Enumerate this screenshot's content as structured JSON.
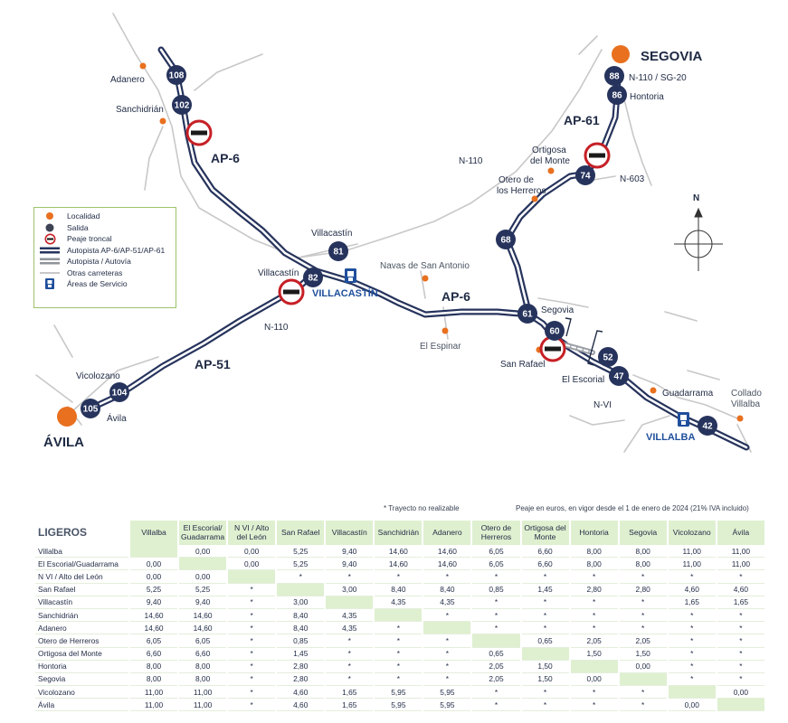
{
  "map": {
    "roads": {
      "ap6_north": "AP-6",
      "ap6_east": "AP-6",
      "ap61": "AP-61",
      "ap51": "AP-51",
      "n110_west": "N-110",
      "n110_north": "N-110",
      "n603": "N-603",
      "nvi": "N-VI",
      "n110_sg20": "N-110 / SG-20"
    },
    "cities": {
      "segovia": "SEGOVIA",
      "avila": "ÁVILA"
    },
    "exits": [
      "108",
      "102",
      "81",
      "82",
      "61",
      "60",
      "52",
      "47",
      "42",
      "68",
      "74",
      "86",
      "88",
      "104",
      "105"
    ],
    "exit_labels": {
      "villacastin_81": "Villacastín",
      "villacastin_82": "Villacastín",
      "segovia_61": "Segovia",
      "el_escorial": "El Escorial",
      "vicolozano": "Vicolozano",
      "avila": "Ávila",
      "hontoria": "Hontoria"
    },
    "places": {
      "adanero": "Adanero",
      "sanchidrian": "Sanchidrián",
      "ortigosa_1": "Ortigosa",
      "ortigosa_2": "del Monte",
      "otero_1": "Otero de",
      "otero_2": "los Herreros",
      "navas": "Navas de San Antonio",
      "espinar": "El Espinar",
      "san_rafael": "San Rafael",
      "guadarrama": "Guadarrama",
      "collado_1": "Collado",
      "collado_2": "Villalba"
    },
    "service_areas": {
      "villacastin": "VILLACASTÍN",
      "villalba": "VILLALBA"
    },
    "compass": "N",
    "colors": {
      "motorway": "#26335c",
      "locality": "#e8701f",
      "toll": "#c62026",
      "roads": "#bfbfbf",
      "service": "#1f4f9c"
    }
  },
  "legend": {
    "items": [
      {
        "icon": "locality-dot-icon",
        "label": "Localidad"
      },
      {
        "icon": "exit-dot-icon",
        "label": "Salida"
      },
      {
        "icon": "toll-icon",
        "label": "Peaje troncal"
      },
      {
        "icon": "motorway-line-icon",
        "label": "Autopista AP-6/AP-51/AP-61"
      },
      {
        "icon": "highway-line-icon",
        "label": "Autopista / Autovía"
      },
      {
        "icon": "other-road-icon",
        "label": "Otras carreteras"
      },
      {
        "icon": "service-area-icon",
        "label": "Áreas de Servicio"
      }
    ]
  },
  "notes": {
    "unavailable": "* Trayecto no realizable",
    "tolls": "Peaje en euros, en vigor desde el 1 de enero de 2024 (21% IVA incluido)"
  },
  "table": {
    "title": "LIGEROS",
    "columns": [
      "Villalba",
      "El Escorial/ Guadarrama",
      "N VI / Alto del León",
      "San Rafael",
      "Villacastín",
      "Sanchidrián",
      "Adanero",
      "Otero de Herreros",
      "Ortigosa del Monte",
      "Hontoria",
      "Segovia",
      "Vicolozano",
      "Ávila"
    ],
    "rows": [
      {
        "name": "Villalba",
        "values": [
          "",
          "0,00",
          "0,00",
          "5,25",
          "9,40",
          "14,60",
          "14,60",
          "6,05",
          "6,60",
          "8,00",
          "8,00",
          "11,00",
          "11,00"
        ]
      },
      {
        "name": "El Escorial/Guadarrama",
        "values": [
          "0,00",
          "",
          "0,00",
          "5,25",
          "9,40",
          "14,60",
          "14,60",
          "6,05",
          "6,60",
          "8,00",
          "8,00",
          "11,00",
          "11,00"
        ]
      },
      {
        "name": "N VI / Alto del León",
        "values": [
          "0,00",
          "0,00",
          "",
          "*",
          "*",
          "*",
          "*",
          "*",
          "*",
          "*",
          "*",
          "*",
          "*"
        ]
      },
      {
        "name": "San Rafael",
        "values": [
          "5,25",
          "5,25",
          "*",
          "",
          "3,00",
          "8,40",
          "8,40",
          "0,85",
          "1,45",
          "2,80",
          "2,80",
          "4,60",
          "4,60"
        ]
      },
      {
        "name": "Villacastín",
        "values": [
          "9,40",
          "9,40",
          "*",
          "3,00",
          "",
          "4,35",
          "4,35",
          "*",
          "*",
          "*",
          "*",
          "1,65",
          "1,65"
        ]
      },
      {
        "name": "Sanchidrián",
        "values": [
          "14,60",
          "14,60",
          "*",
          "8,40",
          "4,35",
          "",
          "*",
          "*",
          "*",
          "*",
          "*",
          "*",
          "*"
        ]
      },
      {
        "name": "Adanero",
        "values": [
          "14,60",
          "14,60",
          "*",
          "8,40",
          "4,35",
          "*",
          "",
          "*",
          "*",
          "*",
          "*",
          "*",
          "*"
        ]
      },
      {
        "name": "Otero de Herreros",
        "values": [
          "6,05",
          "6,05",
          "*",
          "0,85",
          "*",
          "*",
          "*",
          "",
          "0,65",
          "2,05",
          "2,05",
          "*",
          "*"
        ]
      },
      {
        "name": "Ortigosa del Monte",
        "values": [
          "6,60",
          "6,60",
          "*",
          "1,45",
          "*",
          "*",
          "*",
          "0,65",
          "",
          "1,50",
          "1,50",
          "*",
          "*"
        ]
      },
      {
        "name": "Hontoria",
        "values": [
          "8,00",
          "8,00",
          "*",
          "2,80",
          "*",
          "*",
          "*",
          "2,05",
          "1,50",
          "",
          "0,00",
          "*",
          "*"
        ]
      },
      {
        "name": "Segovia",
        "values": [
          "8,00",
          "8,00",
          "*",
          "2,80",
          "*",
          "*",
          "*",
          "2,05",
          "1,50",
          "0,00",
          "",
          "*",
          "*"
        ]
      },
      {
        "name": "Vicolozano",
        "values": [
          "11,00",
          "11,00",
          "*",
          "4,60",
          "1,65",
          "5,95",
          "5,95",
          "*",
          "*",
          "*",
          "*",
          "",
          "0,00"
        ]
      },
      {
        "name": "Ávila",
        "values": [
          "11,00",
          "11,00",
          "*",
          "4,60",
          "1,65",
          "5,95",
          "5,95",
          "*",
          "*",
          "*",
          "*",
          "0,00",
          ""
        ]
      }
    ]
  }
}
